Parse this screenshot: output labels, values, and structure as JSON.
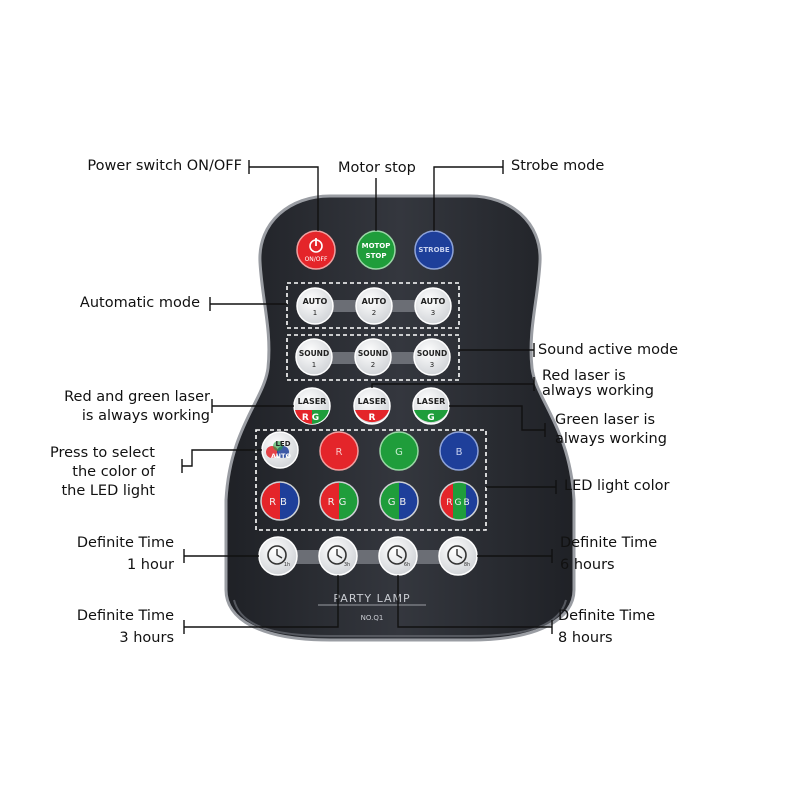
{
  "annotations": {
    "power": "Power switch ON/OFF",
    "motor": "Motor stop",
    "strobe": "Strobe mode",
    "auto": "Automatic mode",
    "sound": "Sound active mode",
    "red_laser": [
      "Red  laser is",
      "always working"
    ],
    "rg_laser": [
      "Red and green laser",
      "is always working"
    ],
    "green_laser": [
      "Green laser is",
      "always working"
    ],
    "led_select": [
      "Press to select",
      "the color of",
      "the LED light"
    ],
    "led_color": "LED light color",
    "time1": [
      "Definite Time",
      "1 hour"
    ],
    "time6": [
      "Definite Time",
      "6 hours"
    ],
    "time3": [
      "Definite Time",
      "3 hours"
    ],
    "time8": [
      "Definite Time",
      "8 hours"
    ]
  },
  "remote": {
    "brand": "PARTY  LAMP",
    "model": "NO.Q1",
    "buttons": {
      "power": "ON/OFF",
      "motor": [
        "MOTOP",
        "STOP"
      ],
      "strobe": "STROBE",
      "auto_label": "AUTO",
      "auto_nums": [
        "1",
        "2",
        "3"
      ],
      "sound_label": "SOUND",
      "sound_nums": [
        "1",
        "2",
        "3"
      ],
      "laser_label": "LASER",
      "laser_subs": [
        "RG",
        "R",
        "G"
      ],
      "led": [
        "LED",
        "AUTO"
      ],
      "color_r": "R",
      "color_g": "G",
      "color_b": "B",
      "mix_rb": "RB",
      "mix_rg": "RG",
      "mix_gb": "GB",
      "mix_rgb": "RGB",
      "timers": [
        "1h",
        "3h",
        "6h",
        "8h"
      ]
    }
  },
  "colors": {
    "red": "#e4252a",
    "green": "#1f9d3b",
    "blue": "#1e3f9a",
    "body": "#2b2d33",
    "white_button": "#f2f2f2"
  }
}
